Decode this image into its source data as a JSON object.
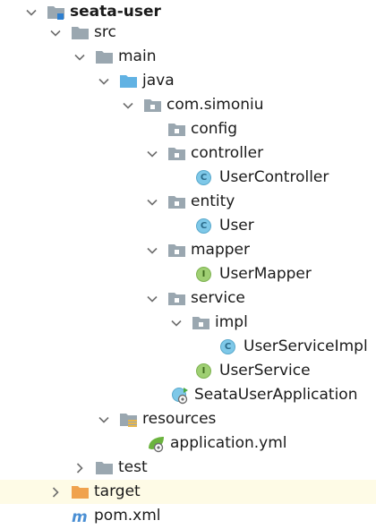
{
  "tree": {
    "items": [
      {
        "label": "seata-user",
        "expanded": true,
        "icon": "module-folder-icon"
      },
      {
        "label": "src",
        "expanded": true,
        "icon": "folder-icon"
      },
      {
        "label": "main",
        "expanded": true,
        "icon": "folder-icon"
      },
      {
        "label": "java",
        "expanded": true,
        "icon": "source-folder-icon"
      },
      {
        "label": "com.simoniu",
        "expanded": true,
        "icon": "package-icon"
      },
      {
        "label": "config",
        "expanded": false,
        "icon": "package-icon"
      },
      {
        "label": "controller",
        "expanded": true,
        "icon": "package-icon"
      },
      {
        "label": "UserController",
        "icon": "class-icon",
        "badge": "C"
      },
      {
        "label": "entity",
        "expanded": true,
        "icon": "package-icon"
      },
      {
        "label": "User",
        "icon": "class-icon",
        "badge": "C"
      },
      {
        "label": "mapper",
        "expanded": true,
        "icon": "package-icon"
      },
      {
        "label": "UserMapper",
        "icon": "interface-icon",
        "badge": "I"
      },
      {
        "label": "service",
        "expanded": true,
        "icon": "package-icon"
      },
      {
        "label": "impl",
        "expanded": true,
        "icon": "package-icon"
      },
      {
        "label": "UserServiceImpl",
        "icon": "class-icon",
        "badge": "C"
      },
      {
        "label": "UserService",
        "icon": "interface-icon",
        "badge": "I"
      },
      {
        "label": "SeataUserApplication",
        "icon": "spring-boot-class-icon"
      },
      {
        "label": "resources",
        "expanded": true,
        "icon": "resources-folder-icon"
      },
      {
        "label": "application.yml",
        "icon": "spring-config-file-icon"
      },
      {
        "label": "test",
        "expanded": false,
        "icon": "folder-icon"
      },
      {
        "label": "target",
        "expanded": false,
        "icon": "excluded-folder-icon",
        "selected": true
      },
      {
        "label": "pom.xml",
        "icon": "maven-icon"
      }
    ]
  },
  "colors": {
    "folder": "#9aa7b0",
    "source_folder": "#61b2e3",
    "excluded_folder": "#f0a24d",
    "selection": "#fefbe6",
    "arrow": "#6e6e6e",
    "maven": "#4a8fd4"
  }
}
